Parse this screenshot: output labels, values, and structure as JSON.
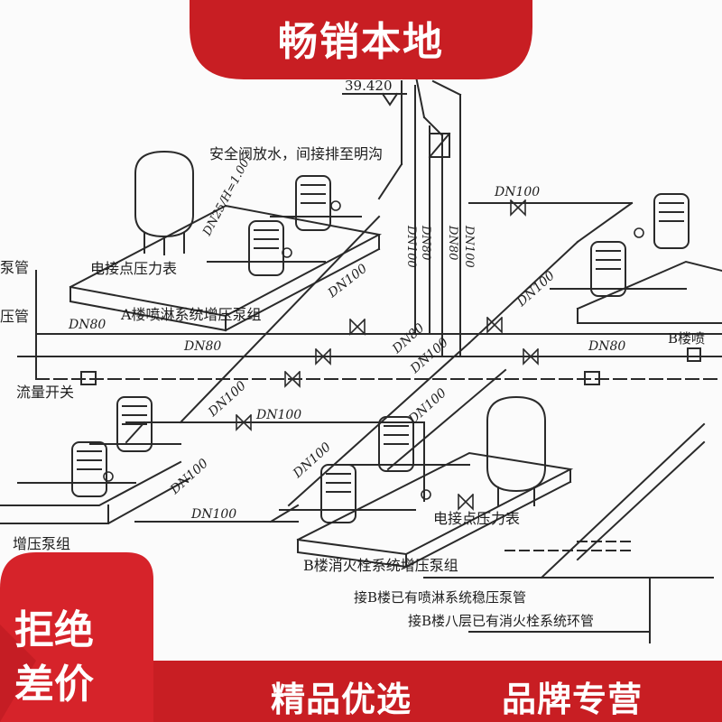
{
  "banner": {
    "title": "畅销本地",
    "tagline_left": "精品优选",
    "tagline_right": "品牌专营",
    "badge_line1": "拒绝",
    "badge_line2": "差价",
    "colors": {
      "banner_red": "#c81e23",
      "badge_red": "#d6232a",
      "line": "#2a2a2a"
    }
  },
  "diagram": {
    "elevation": "39.420",
    "notes": {
      "safety_valve": "安全阀放水，间接排至明沟",
      "tank_spec": "DN25/H=1.00",
      "contact_gauge_a": "电接点压力表",
      "contact_gauge_b": "电接点压力表",
      "flow_switch": "流量开关",
      "pump_pipe_left": "泵管",
      "pressure_pipe_left": "压管"
    },
    "groups": {
      "a_spray": "A楼喷淋系统增压泵组",
      "b_hydrant": "B楼消火栓系统增压泵组",
      "left_pump": "增压泵组",
      "b_right": "B楼喷"
    },
    "connections": {
      "b_spray_link": "接B楼已有喷淋系统稳压泵管",
      "b_hydrant_ring": "接B楼八层已有消火栓系统环管"
    },
    "pipe_labels": {
      "dn100_top": "DN100",
      "dn100_a1": "DN100",
      "dn100_a2": "DN100",
      "dn100_right": "DN100",
      "dn100_mid": "DN100",
      "dn100_left": "DN100",
      "dn100_left2": "DN100",
      "dn100_b1": "DN100",
      "dn100_bottom": "DN100",
      "dn100_bdiag": "DN100",
      "dn100_riser_a": "DN100",
      "dn80_riser_b": "DN80",
      "dn80_riser_c": "DN80",
      "dn100_riser_d": "DN100",
      "dn80_left": "DN80",
      "dn80_mid": "DN80",
      "dn80_right": "DN80",
      "dn80_diag": "DN80"
    }
  }
}
